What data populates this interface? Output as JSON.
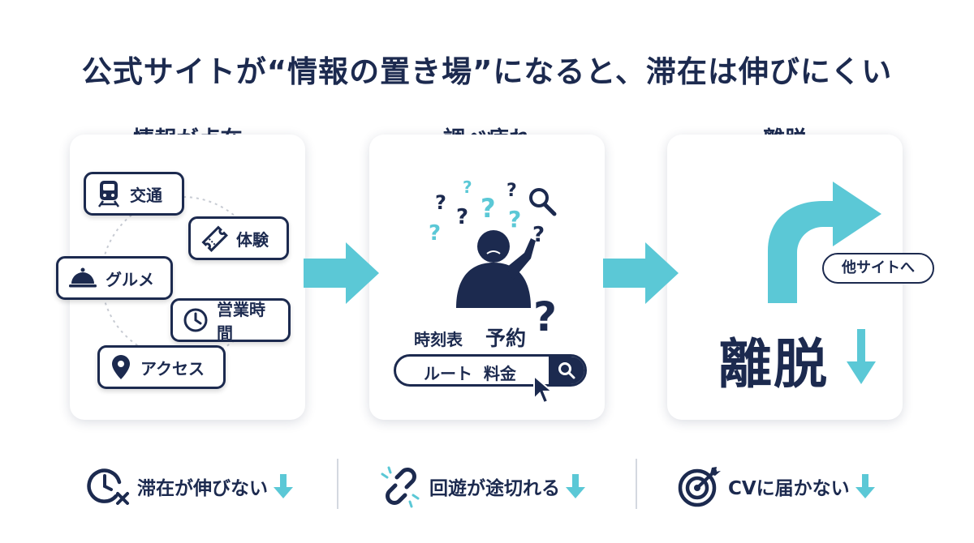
{
  "title": "公式サイトが“情報の置き場”になると、滞在は伸びにくい",
  "colors": {
    "navy": "#1c2a4f",
    "accent": "#5bc8d6"
  },
  "panels": [
    {
      "heading": "情報が点在",
      "chips": [
        {
          "icon": "train-icon",
          "label": "交通"
        },
        {
          "icon": "ticket-icon",
          "label": "体験"
        },
        {
          "icon": "cloche-icon",
          "label": "グルメ"
        },
        {
          "icon": "clock-icon",
          "label": "営業時間"
        },
        {
          "icon": "map-pin-icon",
          "label": "アクセス"
        }
      ]
    },
    {
      "heading": "調べ疲れ",
      "keywords": [
        "時刻表",
        "予約"
      ],
      "question_mark": "?",
      "search_query": "ルート  料金"
    },
    {
      "heading": "離脱",
      "pill": "他サイトへ",
      "big_word": "離脱"
    }
  ],
  "effects": [
    {
      "icon": "clock-x-icon",
      "label": "滞在が伸びない"
    },
    {
      "icon": "broken-link-icon",
      "label": "回遊が途切れる"
    },
    {
      "icon": "target-icon",
      "label": "CVに届かない"
    }
  ]
}
